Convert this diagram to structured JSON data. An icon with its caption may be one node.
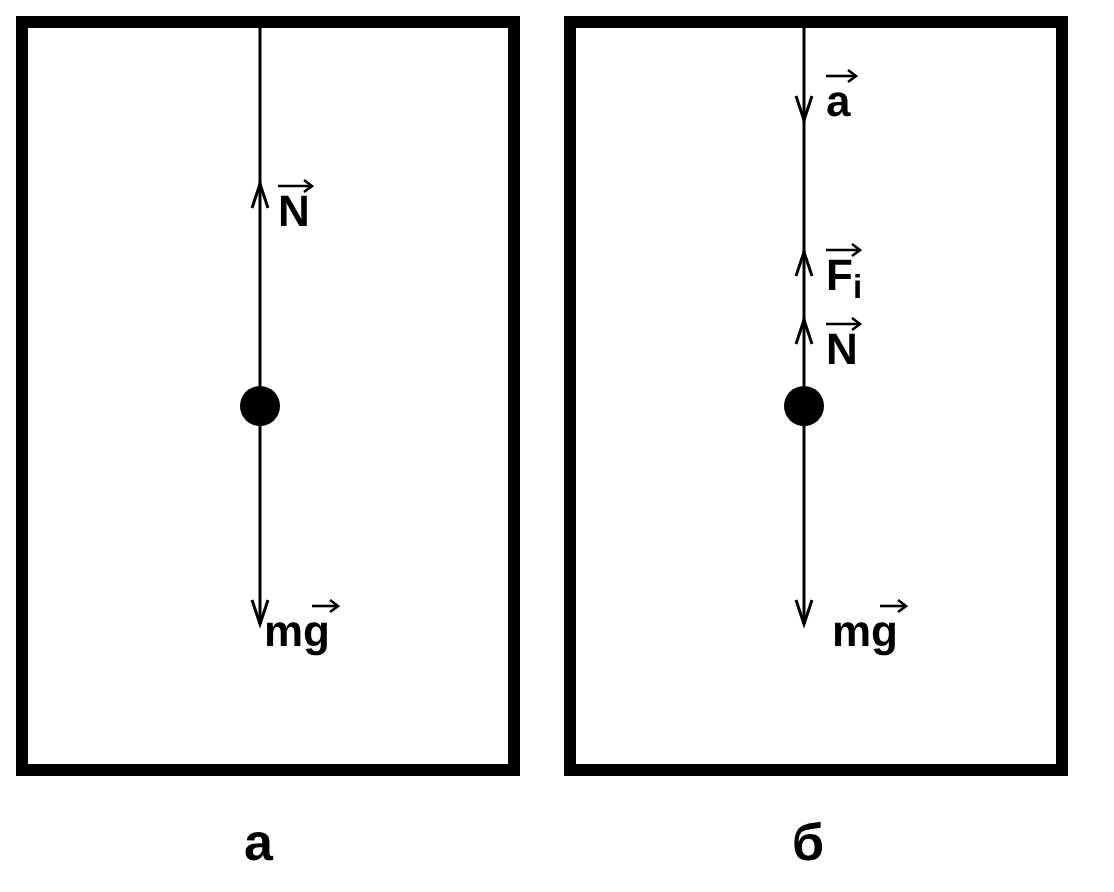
{
  "diagram": {
    "nodes": [
      {
        "text": [],
        "shape": "box",
        "beside": [
          "а"
        ]
      },
      {
        "text": [],
        "shape": "circle",
        "in": 0
      },
      {
        "text": [],
        "shape": "box",
        "beside": [
          "б"
        ]
      },
      {
        "text": [],
        "shape": "circle",
        "in": 2
      }
    ],
    "labels": [
      "N",
      "mg",
      "a",
      "F$_{i}$",
      "N",
      "mg"
    ]
  }
}
